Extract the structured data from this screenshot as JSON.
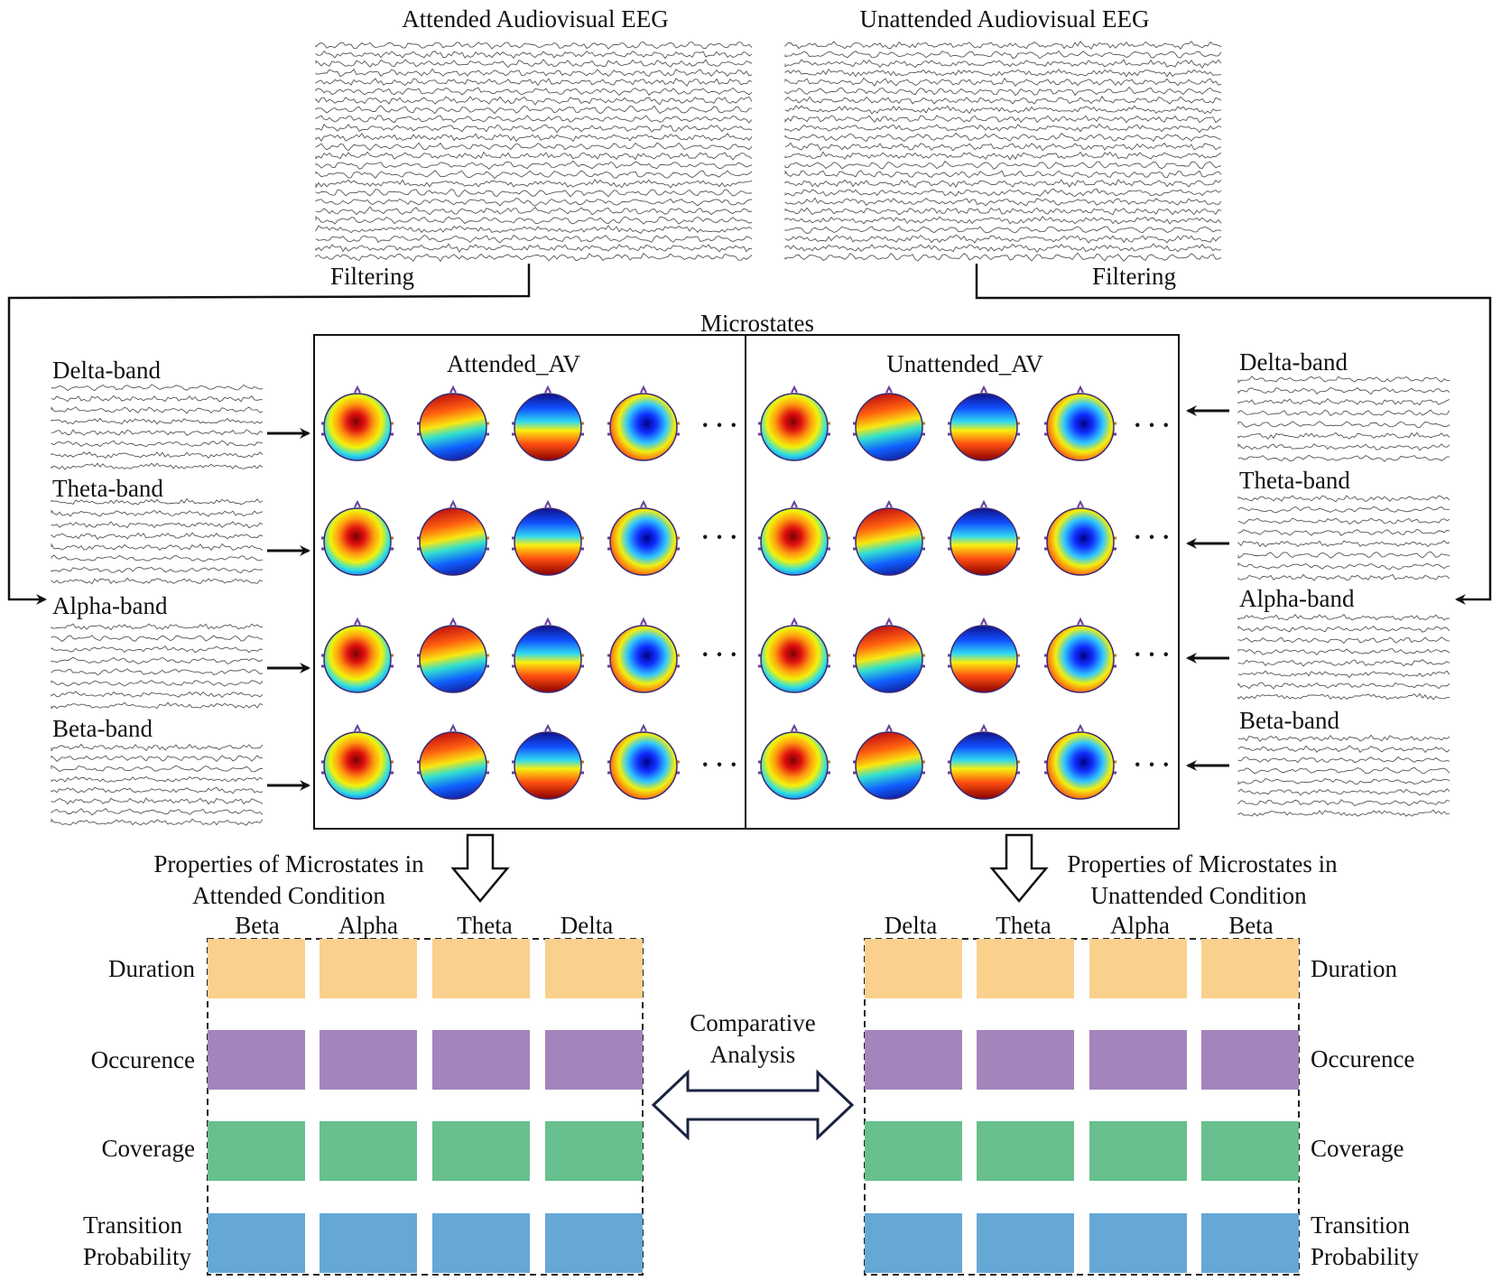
{
  "top": {
    "attended_title": "Attended Audiovisual EEG",
    "unattended_title": "Unattended Audiovisual EEG",
    "filtering_left": "Filtering",
    "filtering_right": "Filtering"
  },
  "microstates": {
    "title": "Microstates",
    "left_panel": "Attended_AV",
    "right_panel": "Unattended_AV",
    "ellipsis": "· · ·"
  },
  "bands_left": [
    "Delta-band",
    "Theta-band",
    "Alpha-band",
    "Beta-band"
  ],
  "bands_right": [
    "Delta-band",
    "Theta-band",
    "Alpha-band",
    "Beta-band"
  ],
  "properties": {
    "left_title_line1": "Properties of Microstates in",
    "left_title_line2": "Attended Condition",
    "right_title_line1": "Properties of Microstates in",
    "right_title_line2": "Unattended Condition",
    "left_columns": [
      "Beta",
      "Alpha",
      "Theta",
      "Delta"
    ],
    "right_columns": [
      "Delta",
      "Theta",
      "Alpha",
      "Beta"
    ],
    "left_rows": [
      "Duration",
      "Occurence",
      "Coverage",
      "Transition Probability"
    ],
    "right_rows": [
      "Duration",
      "Occurence",
      "Coverage",
      "Transition Probability"
    ],
    "comparative_line1": "Comparative",
    "comparative_line2": "Analysis"
  },
  "colors": {
    "duration": "#fad08d",
    "occurrence": "#a484bc",
    "coverage": "#67c08e",
    "transition": "#65a8d6",
    "eeg_trace": "#555555",
    "map_hot": "#d7191c",
    "map_cold": "#1a2bd0"
  },
  "icons": {
    "band_arrow": "arrow-right-icon",
    "down_arrow": "hollow-down-arrow-icon",
    "compare_arrow": "double-headed-arrow-icon",
    "topomap": "scalp-topography-icon"
  }
}
